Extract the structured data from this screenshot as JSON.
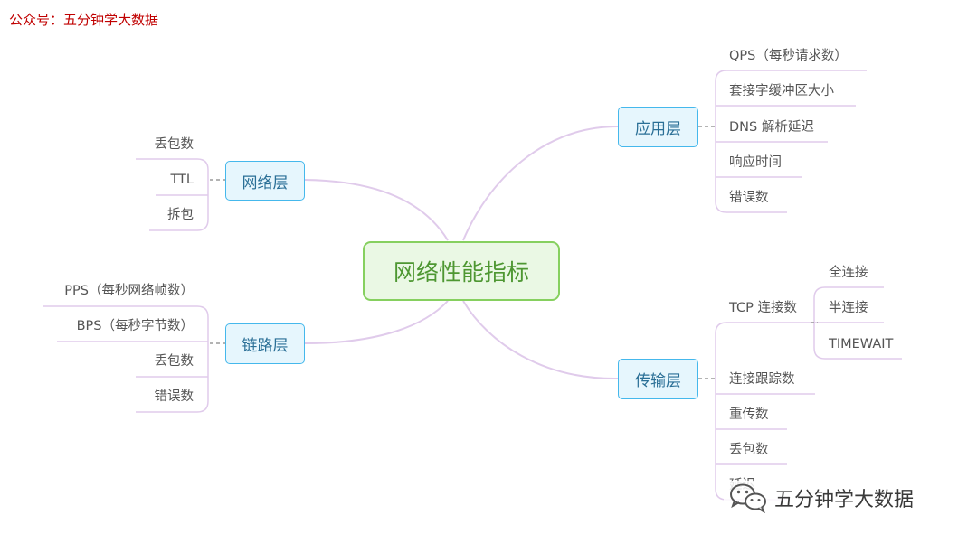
{
  "header": {
    "text": "公众号：五分钟学大数据"
  },
  "center": {
    "label": "网络性能指标"
  },
  "branches": {
    "network": {
      "label": "网络层",
      "leaves": [
        "丢包数",
        "TTL",
        "拆包"
      ]
    },
    "link": {
      "label": "链路层",
      "leaves": [
        "PPS（每秒网络帧数）",
        "BPS（每秒字节数）",
        "丢包数",
        "错误数"
      ]
    },
    "application": {
      "label": "应用层",
      "leaves": [
        "QPS（每秒请求数）",
        "套接字缓冲区大小",
        "DNS 解析延迟",
        "响应时间",
        "错误数"
      ]
    },
    "transport": {
      "label": "传输层",
      "leaves": [
        "TCP 连接数",
        "连接跟踪数",
        "重传数",
        "丢包数",
        "延迟"
      ],
      "tcp_children": [
        "全连接",
        "半连接",
        "TIMEWAIT"
      ]
    }
  },
  "watermark": {
    "text": "五分钟学大数据",
    "icon": "wechat-icon"
  },
  "colors": {
    "center_fill": "#eaf8e4",
    "center_border": "#86d05f",
    "node_fill": "#e6f6fd",
    "node_border": "#45b8ec",
    "connector": "#e0cbeb",
    "header_text": "#c00000"
  }
}
